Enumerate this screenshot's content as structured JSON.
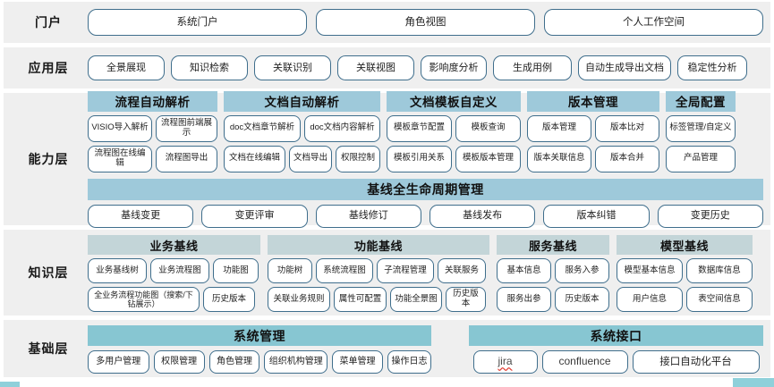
{
  "bands": {
    "portal": {
      "label": "门户",
      "items": [
        "系统门户",
        "角色视图",
        "个人工作空间"
      ]
    },
    "application": {
      "label": "应用层",
      "items": [
        "全景展现",
        "知识检索",
        "关联识别",
        "关联视图",
        "影响度分析",
        "生成用例",
        "自动生成导出文档",
        "稳定性分析"
      ]
    },
    "capability": {
      "label": "能力层",
      "groups": [
        {
          "title": "流程自动解析",
          "row1": [
            "VISIO导入解析",
            "流程图前端展示"
          ],
          "row2": [
            "流程图在线编辑",
            "流程图导出"
          ]
        },
        {
          "title": "文档自动解析",
          "row1": [
            "doc文档章节解析",
            "doc文档内容解析"
          ],
          "row2": [
            "文档在线编辑",
            "文档导出",
            "权限控制"
          ]
        },
        {
          "title": "文档模板自定义",
          "row1": [
            "模板章节配置",
            "模板查询"
          ],
          "row2": [
            "模板引用关系",
            "模板版本管理"
          ]
        },
        {
          "title": "版本管理",
          "row1": [
            "版本管理",
            "版本比对"
          ],
          "row2": [
            "版本关联信息",
            "版本合并"
          ]
        },
        {
          "title": "全局配置",
          "row1": [
            "标签管理/自定义"
          ],
          "row2": [
            "产品管理"
          ]
        }
      ],
      "lifecycle": {
        "title": "基线全生命周期管理",
        "items": [
          "基线变更",
          "变更评审",
          "基线修订",
          "基线发布",
          "版本纠错",
          "变更历史"
        ]
      }
    },
    "knowledge": {
      "label": "知识层",
      "groups": [
        {
          "title": "业务基线",
          "row1": [
            "业务基线树",
            "业务流程图",
            "功能图"
          ],
          "row2": [
            "全业务流程功能图（搜索/下钻展示）",
            "历史版本"
          ]
        },
        {
          "title": "功能基线",
          "row1": [
            "功能树",
            "系统流程图",
            "子流程管理",
            "关联服务"
          ],
          "row2": [
            "关联业务规则",
            "属性可配置",
            "功能全景图",
            "历史版本"
          ]
        },
        {
          "title": "服务基线",
          "row1": [
            "基本信息",
            "服务入参"
          ],
          "row2": [
            "服务出参",
            "历史版本"
          ]
        },
        {
          "title": "模型基线",
          "row1": [
            "模型基本信息",
            "数据库信息"
          ],
          "row2": [
            "用户信息",
            "表空间信息"
          ]
        }
      ]
    },
    "foundation": {
      "label": "基础层",
      "groups": [
        {
          "title": "系统管理",
          "items": [
            "多用户管理",
            "权限管理",
            "角色管理",
            "组织机构管理",
            "菜单管理",
            "操作日志"
          ]
        },
        {
          "title": "系统接口",
          "items": [
            "jira",
            "confluence",
            "接口自动化平台"
          ]
        }
      ]
    }
  },
  "colors": {
    "band_bg": "#efefef",
    "pill_border": "#3f6e8c",
    "capability_header": "#9ec9da",
    "knowledge_header": "#c3d5d8",
    "foundation_header": "#87c6d2"
  }
}
